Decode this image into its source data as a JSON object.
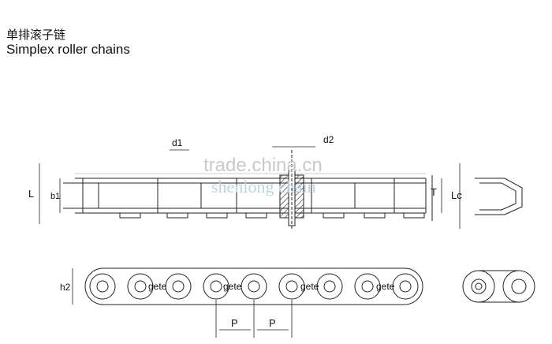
{
  "titles": {
    "cn": "单排滚子链",
    "en": "Simplex roller chains"
  },
  "dimensions": {
    "L": "L",
    "b1": "b1",
    "d1": "d1",
    "d2": "d2",
    "T": "T",
    "Lc": "Lc",
    "h2": "h2",
    "P": "P"
  },
  "plate_labels": [
    "gete",
    "gete",
    "gete",
    "gete"
  ],
  "watermark": {
    "line1": "trade.china.cn",
    "line2": "shenlong chain"
  },
  "colors": {
    "line": "#222222",
    "watermark_gray": "#c9c9c9",
    "watermark_blue": "#bcd3e4"
  }
}
